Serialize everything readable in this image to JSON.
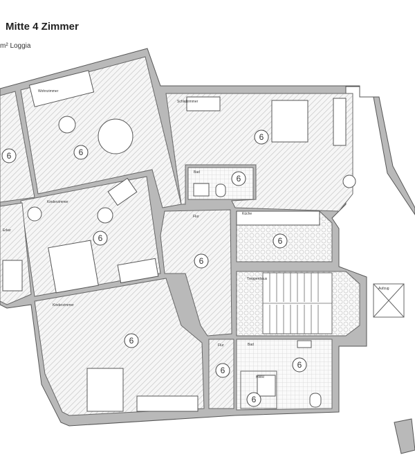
{
  "header": {
    "title": "Mitte  4 Zimmer",
    "subtitle": "m² Loggia"
  },
  "rooms": {
    "wohnzimmer": "Wohnzimmer",
    "schlafzimmer": "Schlafzimmer",
    "bad_oben": "Bad",
    "kinderzimmer_1": "Kinderzimmer",
    "erker": "Erker",
    "flur": "Flur",
    "kueche": "Küche",
    "treppenhaus": "Treppenhaus",
    "aufzug": "Aufzug",
    "kinderzimmer_2": "Kinderzimmer",
    "flur_2": "Flur",
    "bad": "Bad",
    "hwr": "HWR"
  },
  "marker_label": "6",
  "colors": {
    "wall": "#b9b9b9",
    "floor": "#f4f4f4",
    "outline": "#555555"
  }
}
